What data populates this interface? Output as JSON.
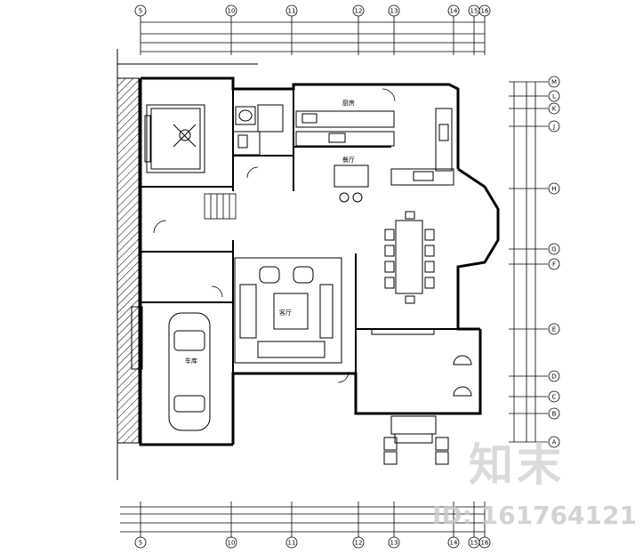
{
  "drawing": {
    "top_axis_labels": [
      "5",
      "10",
      "11",
      "12",
      "13",
      "14",
      "15",
      "16"
    ],
    "bottom_axis_labels": [
      "5",
      "10",
      "11",
      "12",
      "13",
      "14",
      "15",
      "16"
    ],
    "right_axis_labels": [
      "M",
      "L",
      "K",
      "J",
      "H",
      "G",
      "F",
      "E",
      "D",
      "C",
      "B",
      "A"
    ],
    "room_labels": [
      "厨房",
      "餐厅",
      "客厅",
      "车库"
    ],
    "colors": {
      "line": "#000000",
      "paper": "#ffffff",
      "watermark": "#cccccc"
    }
  },
  "watermark": {
    "logo_text": "知末",
    "id_text": "ID: 161764121"
  }
}
